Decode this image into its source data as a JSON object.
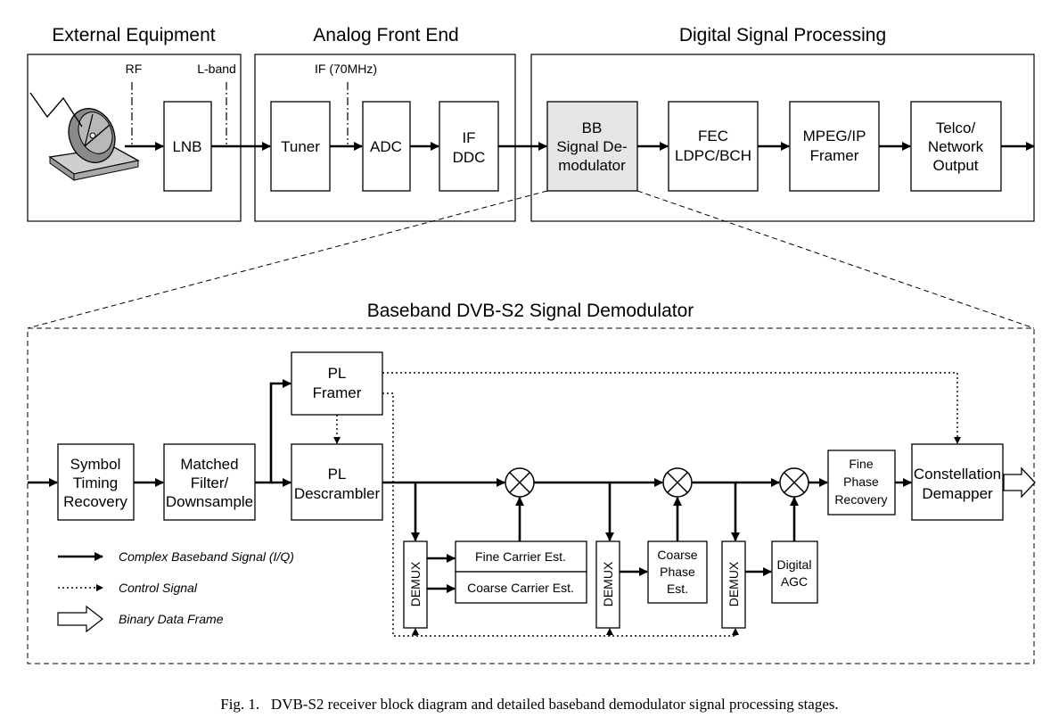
{
  "sections": {
    "external": "External Equipment",
    "analog": "Analog Front End",
    "digital": "Digital Signal Processing",
    "baseband": "Baseband DVB-S2 Signal Demodulator"
  },
  "signals": {
    "rf": "RF",
    "lband": "L-band",
    "if": "IF (70MHz)"
  },
  "top_blocks": {
    "lnb": "LNB",
    "tuner": "Tuner",
    "adc": "ADC",
    "ifddc": [
      "IF",
      "DDC"
    ],
    "bb": [
      "BB",
      "Signal De-",
      "modulator"
    ],
    "fec": [
      "FEC",
      "LDPC/BCH"
    ],
    "mpeg": [
      "MPEG/IP",
      "Framer"
    ],
    "telco": [
      "Telco/",
      "Network",
      "Output"
    ]
  },
  "bb_blocks": {
    "symbol": [
      "Symbol",
      "Timing",
      "Recovery"
    ],
    "matched": [
      "Matched",
      "Filter/",
      "Downsample"
    ],
    "pl_framer": [
      "PL",
      "Framer"
    ],
    "pl_descr": [
      "PL",
      "Descrambler"
    ],
    "demux": "DEMUX",
    "fine_carrier": "Fine Carrier Est.",
    "coarse_carrier": "Coarse Carrier Est.",
    "coarse_phase": [
      "Coarse",
      "Phase",
      "Est."
    ],
    "agc": [
      "Digital",
      "AGC"
    ],
    "fine_phase": [
      "Fine",
      "Phase",
      "Recovery"
    ],
    "constellation": [
      "Constellation",
      "Demapper"
    ]
  },
  "legend": {
    "complex": "Complex Baseband Signal (I/Q)",
    "control": "Control Signal",
    "binary": "Binary Data Frame"
  },
  "caption": "Fig. 1.   DVB-S2 receiver block diagram and detailed baseband demodulator signal processing stages."
}
